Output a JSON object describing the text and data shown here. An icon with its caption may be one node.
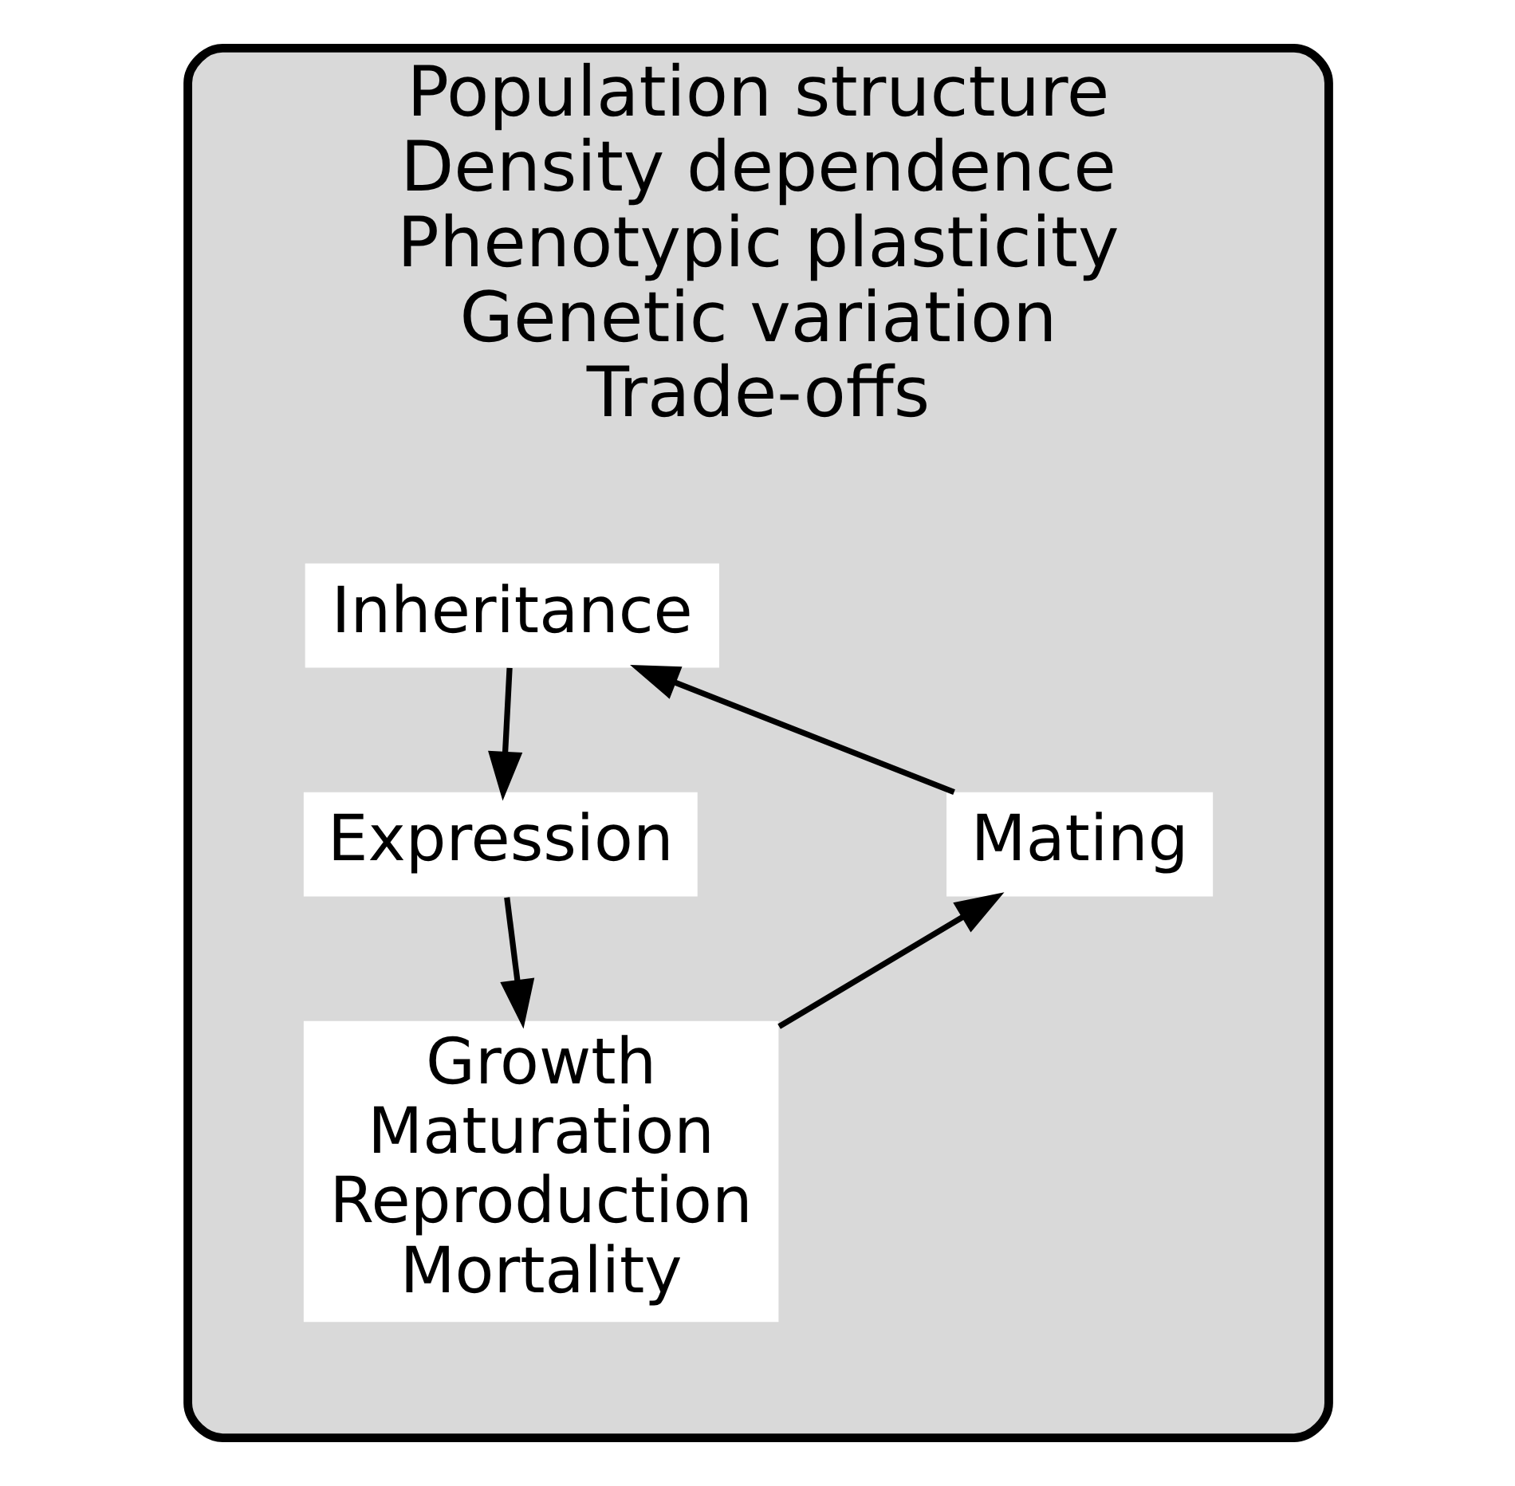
{
  "diagram": {
    "nodes": [
      {
        "text": [
          "Population structure",
          "Density dependence",
          "Phenotypic plasticity",
          "Genetic variation",
          "Trade-offs"
        ]
      },
      {
        "text": [
          "Inheritance"
        ],
        "in": 0
      },
      {
        "text": [
          "Expression"
        ],
        "in": 0
      },
      {
        "text": [
          "Growth",
          "Maturation",
          "Reproduction",
          "Mortality"
        ],
        "in": 0
      },
      {
        "text": [
          "Mating"
        ],
        "in": 0
      }
    ],
    "edges": [
      {
        "from": 1,
        "to": 2,
        "arrow": "to"
      },
      {
        "from": 2,
        "to": 3,
        "arrow": "to"
      },
      {
        "from": 3,
        "to": 4,
        "arrow": "to"
      },
      {
        "from": 4,
        "to": 1,
        "arrow": "to"
      }
    ]
  }
}
